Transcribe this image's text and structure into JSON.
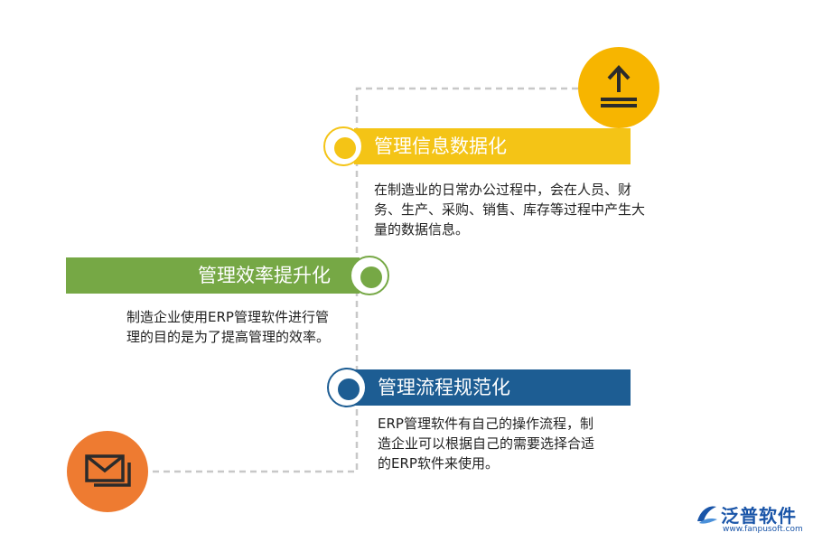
{
  "items": [
    {
      "title": "管理信息数据化",
      "description": "在制造业的日常办公过程中，会在人员、财务、生产、采购、销售、库存等过程中产生大量的数据信息。",
      "color": "#f4c416"
    },
    {
      "title": "管理效率提升化",
      "description": "制造企业使用ERP管理软件进行管理的目的是为了提高管理的效率。",
      "color": "#76a845"
    },
    {
      "title": "管理流程规范化",
      "description": "ERP管理软件有自己的操作流程，制造企业可以根据自己的需要选择合适的ERP软件来使用。",
      "color": "#1d5d93"
    }
  ],
  "icons": {
    "top": "upload-icon",
    "bottom": "mail-icon",
    "top_color": "#f7b500",
    "bottom_color": "#ee7b31"
  },
  "logo": {
    "name": "泛普软件",
    "url": "www.fanpusoft.com",
    "color": "#1a55a8"
  }
}
